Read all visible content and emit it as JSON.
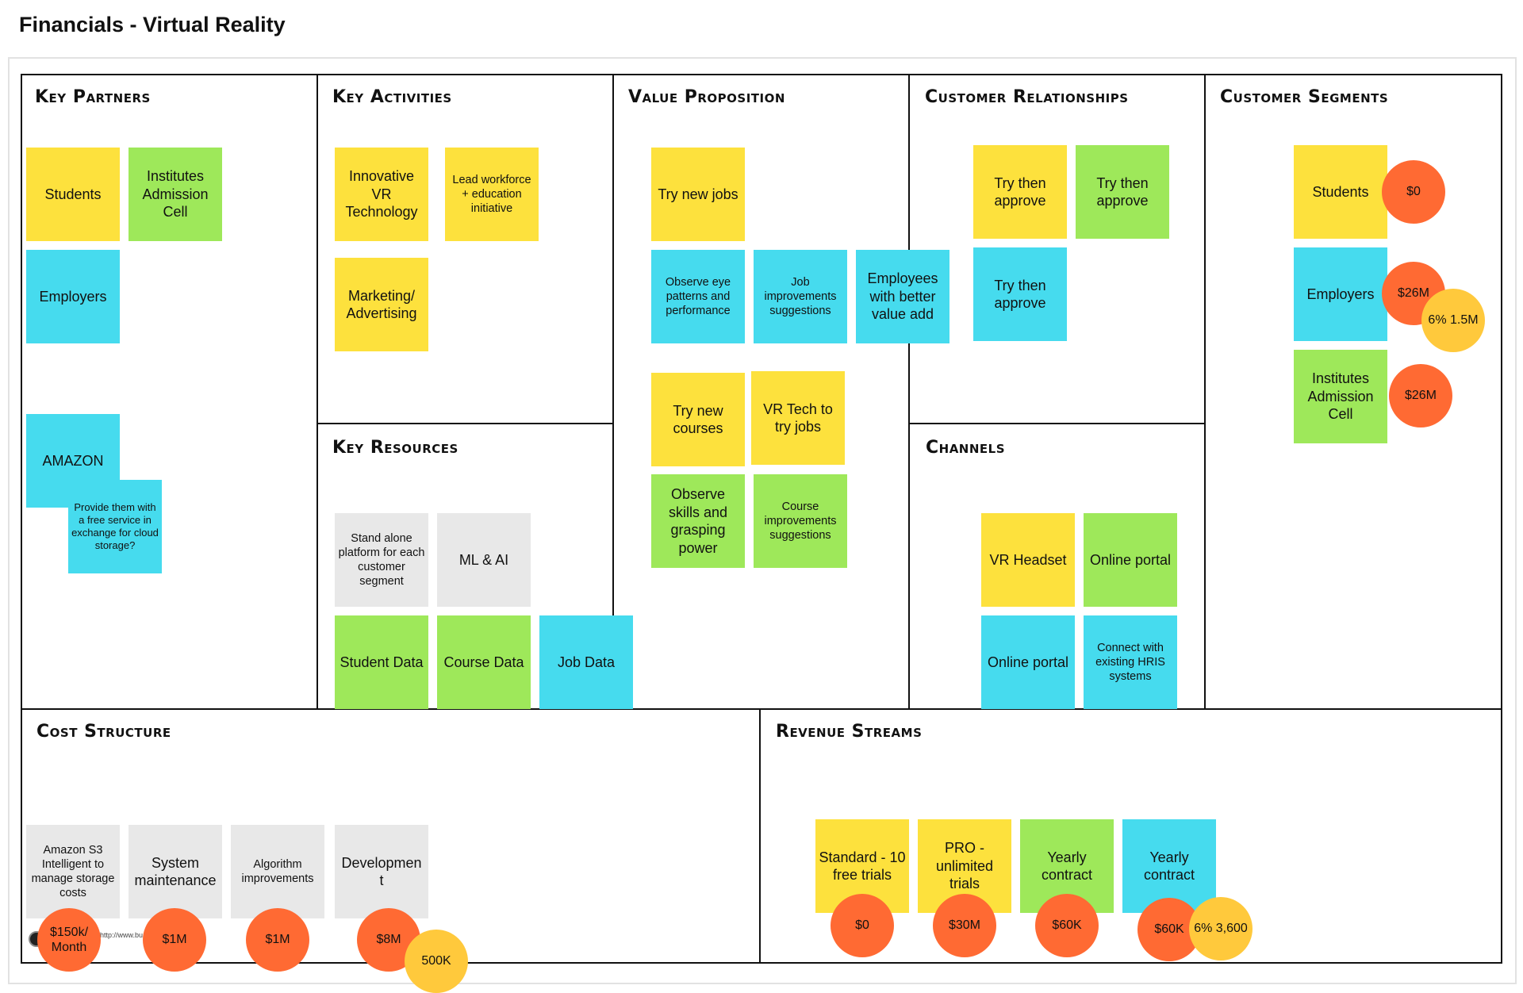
{
  "page_title": "Financials - Virtual Reality",
  "colors": {
    "yellow": "#fde13d",
    "green": "#9ee85a",
    "cyan": "#46dbee",
    "gray": "#e8e8e8",
    "orange": "#ff6a33",
    "gold": "#ffc93c"
  },
  "sections": {
    "key_partners": "Key Partners",
    "key_activities": "Key Activities",
    "key_resources": "Key Resources",
    "value_proposition": "Value Proposition",
    "customer_relationships": "Customer Relationships",
    "channels": "Channels",
    "customer_segments": "Customer Segments",
    "cost_structure": "Cost Structure",
    "revenue_streams": "Revenue Streams"
  },
  "key_partners": {
    "students": "Students",
    "institutes": "Institutes Admission Cell",
    "employers": "Employers",
    "amazon": "AMAZON",
    "amazon_note": "Provide them with a free service in exchange for cloud storage?"
  },
  "key_activities": {
    "vr_tech": "Innovative VR Technology",
    "lead_workforce": "Lead workforce + education initiative",
    "marketing": "Marketing/ Advertising"
  },
  "key_resources": {
    "platform": "Stand alone platform for each customer segment",
    "ml_ai": "ML & AI",
    "student_data": "Student Data",
    "course_data": "Course Data",
    "job_data": "Job Data"
  },
  "value_proposition": {
    "try_new_jobs": "Try new jobs",
    "observe_eye": "Observe eye patterns and performance",
    "job_improvements": "Job improvements suggestions",
    "employees_value": "Employees with better value add",
    "try_new_courses": "Try new courses",
    "vr_tech_jobs": "VR Tech to try jobs",
    "observe_skills": "Observe skills and grasping power",
    "course_improvements": "Course improvements suggestions"
  },
  "customer_relationships": {
    "try_approve_1": "Try then approve",
    "try_approve_2": "Try then approve",
    "try_approve_3": "Try then approve"
  },
  "channels": {
    "vr_headset": "VR Headset",
    "online_portal_1": "Online portal",
    "online_portal_2": "Online portal",
    "hris": "Connect with existing HRIS systems"
  },
  "customer_segments": {
    "students": "Students",
    "students_value": "$0",
    "employers": "Employers",
    "employers_value": "$26M",
    "employers_share": "6% 1.5M",
    "institutes": "Institutes Admission Cell",
    "institutes_value": "$26M"
  },
  "cost_structure": {
    "amazon_s3": "Amazon S3 Intelligent to manage storage costs",
    "amazon_s3_cost": "$150k/ Month",
    "system": "System maintenance",
    "system_cost": "$1M",
    "algorithm": "Algorithm improvements",
    "algorithm_cost": "$1M",
    "development": "Developmen t",
    "development_cost": "$8M",
    "development_extra": "500K",
    "footer_url": "http://www.bu...ion.com/canv..."
  },
  "revenue_streams": {
    "standard": "Standard - 10 free trials",
    "standard_value": "$0",
    "pro": "PRO - unlimited trials",
    "pro_value": "$30M",
    "yearly_1": "Yearly contract",
    "yearly_1_value": "$60K",
    "yearly_2": "Yearly contract",
    "yearly_2_value": "$60K",
    "yearly_2_share": "6% 3,600"
  }
}
